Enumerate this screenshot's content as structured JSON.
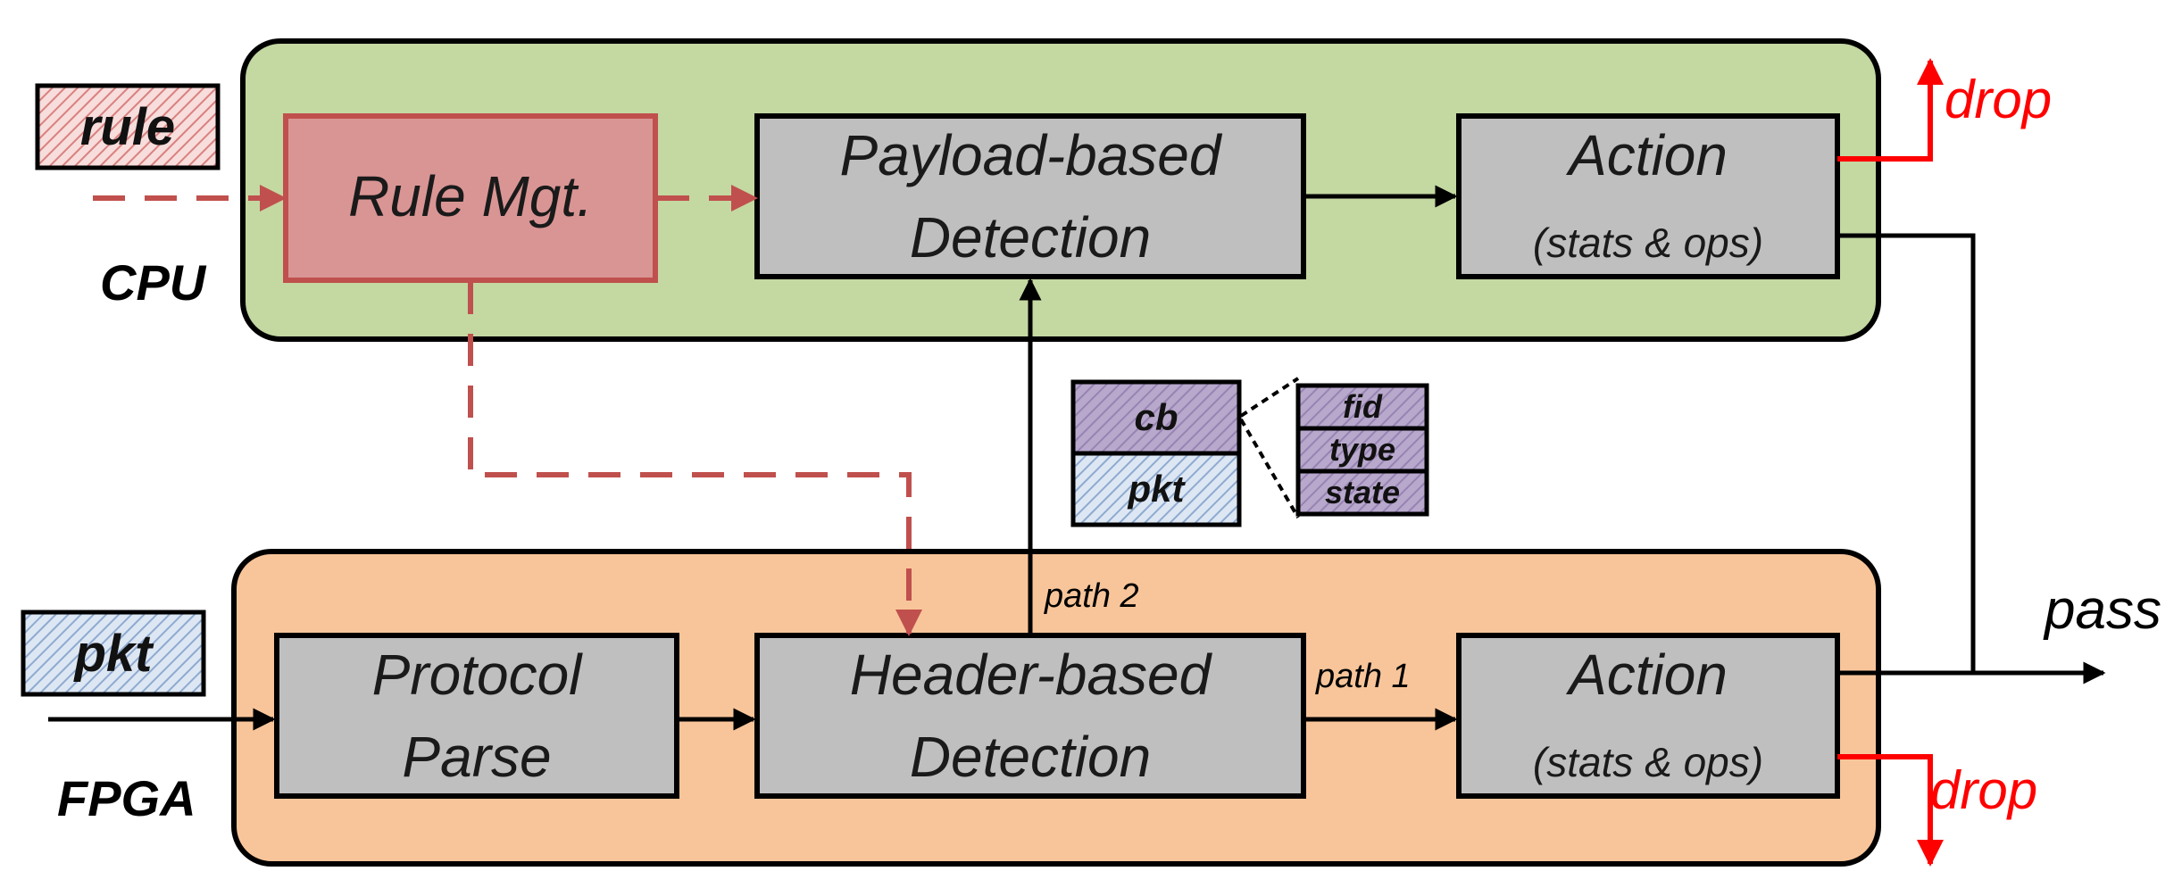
{
  "regions": {
    "cpu": {
      "label": "CPU"
    },
    "fpga": {
      "label": "FPGA"
    }
  },
  "inputs": {
    "rule": "rule",
    "pkt": "pkt"
  },
  "cpu_boxes": {
    "rule_mgt": "Rule Mgt.",
    "payload_line1": "Payload-based",
    "payload_line2": "Detection",
    "action": "Action",
    "action_sub": "(stats & ops)"
  },
  "fpga_boxes": {
    "protocol_line1": "Protocol",
    "protocol_line2": "Parse",
    "header_line1": "Header-based",
    "header_line2": "Detection",
    "action": "Action",
    "action_sub": "(stats & ops)"
  },
  "paths": {
    "path1": "path 1",
    "path2": "path 2"
  },
  "packet_format": {
    "cb": "cb",
    "pkt": "pkt",
    "fields": [
      "fid",
      "type",
      "state"
    ]
  },
  "outputs": {
    "drop_cpu": "drop",
    "drop_fpga": "drop",
    "pass": "pass"
  },
  "colors": {
    "cpu_fill": "#c4d8a2",
    "fpga_fill": "#f8c59a",
    "box_fill": "#bfbfbf",
    "rule_box_fill": "#d99594",
    "rule_line": "#c0504d",
    "cb_fill": "#b3a2c7",
    "pkt_fill": "#dae4f0",
    "drop_color": "#ff0000"
  }
}
